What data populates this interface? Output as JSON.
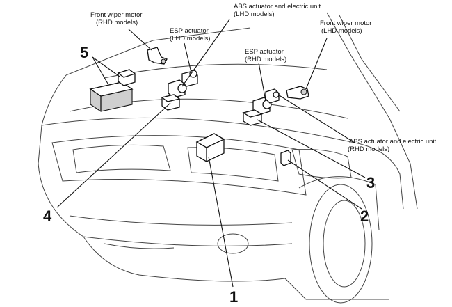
{
  "labels": {
    "front_wiper_rhd_1": "Front wiper motor",
    "front_wiper_rhd_2": "(RHD models)",
    "abs_lhd_1": "ABS actuator and electric unit",
    "abs_lhd_2": "(LHD models)",
    "esp_lhd_1": "ESP actuator",
    "esp_lhd_2": "(LHD models)",
    "front_wiper_lhd_1": "Front wiper motor",
    "front_wiper_lhd_2": "(LHD models)",
    "esp_rhd_1": "ESP actuator",
    "esp_rhd_2": "(RHD models)",
    "abs_rhd_1": "ABS actuator and electric unit",
    "abs_rhd_2": "(RHD models)"
  },
  "callouts": {
    "n1": "1",
    "n2": "2",
    "n3": "3",
    "n4": "4",
    "n5": "5"
  }
}
